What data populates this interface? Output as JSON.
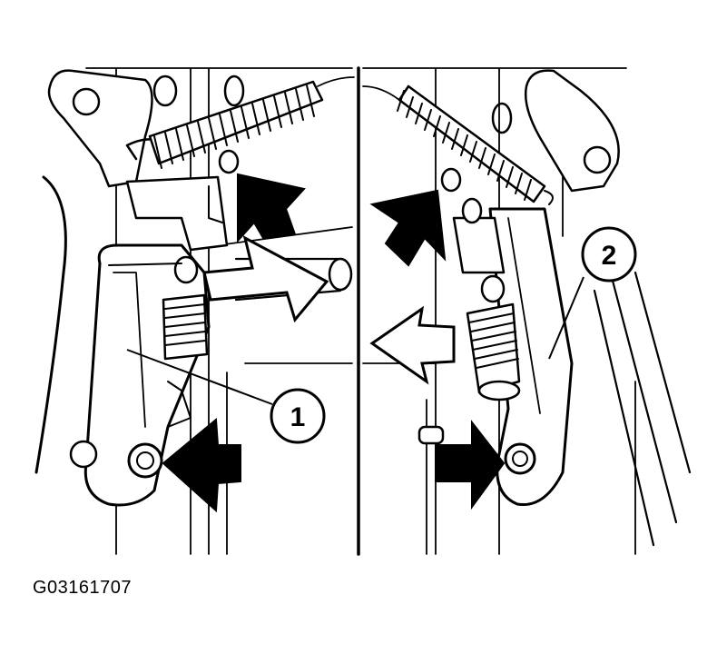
{
  "figure": {
    "caption_code": "G03161707",
    "callouts": [
      {
        "label": "1"
      },
      {
        "label": "2"
      }
    ]
  },
  "colors": {
    "ink": "#000000",
    "background": "#ffffff"
  }
}
